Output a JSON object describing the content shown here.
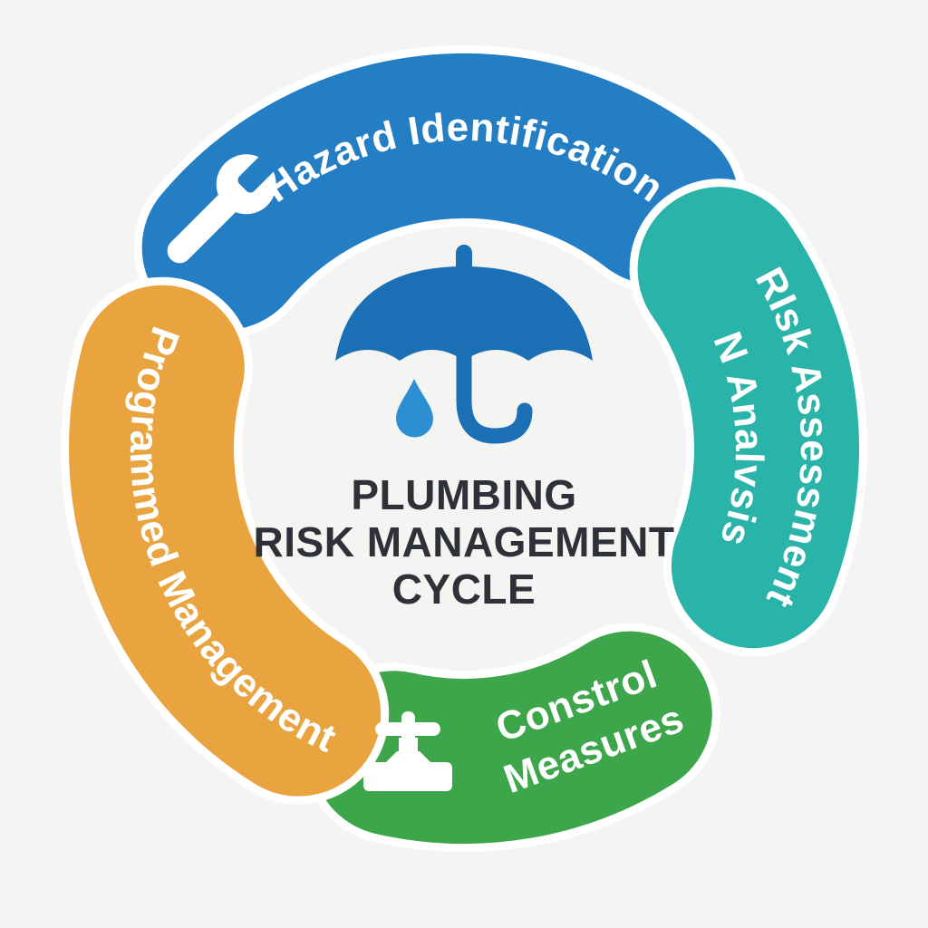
{
  "background_color": "#f4f4f2",
  "ring": {
    "outline_color": "#ffffff"
  },
  "center": {
    "title_line1": "PLUMBING",
    "title_line2": "RISK MANAGEMENT",
    "title_line3": "CYCLE",
    "title_color": "#2e3238",
    "icon": "umbrella-rain-drop-icon",
    "umbrella_color": "#1a6fb5",
    "drop_color": "#2d8fd2"
  },
  "segments": [
    {
      "name": "hazard-identification",
      "label": "Hazard Identification",
      "color": "#237ec4",
      "label_color": "#ffffff",
      "icon": "wrench-icon",
      "icon_color": "#ffffff"
    },
    {
      "name": "risk-assessment-analysis",
      "label_line1": "RIsk Assessment",
      "label_line2": "N Analvsis",
      "color": "#2ab3a8",
      "label_color": "#ffffff"
    },
    {
      "name": "control-measures",
      "label_line1": "Constrol",
      "label_line2": "Measures",
      "color": "#3ea64a",
      "label_color": "#ffffff",
      "icon": "valve-icon",
      "icon_color": "#ffffff"
    },
    {
      "name": "programmed-management",
      "label": "Programmed Management",
      "color": "#e9a440",
      "label_color": "#ffffff"
    }
  ]
}
